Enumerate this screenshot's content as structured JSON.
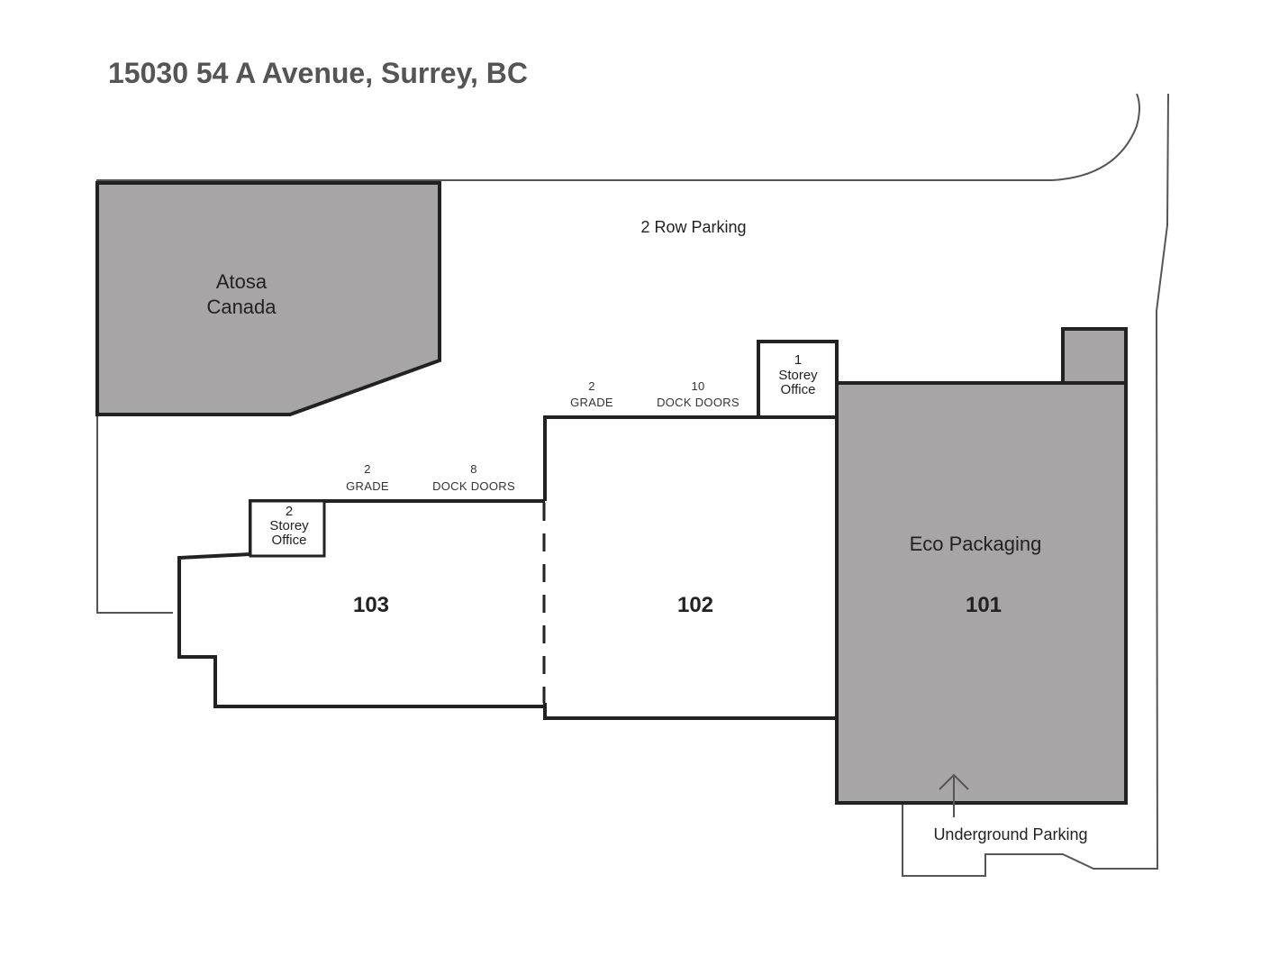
{
  "title": "15030 54 A Avenue, Surrey, BC",
  "colors": {
    "title": "#555555",
    "building_fill": "#a7a5a6",
    "outline": "#222222",
    "thin_line": "#555555"
  },
  "parking": {
    "row_parking": "2 Row Parking",
    "underground": "Underground Parking"
  },
  "neighbors": {
    "atosa_line1": "Atosa",
    "atosa_line2": "Canada",
    "eco_name": "Eco Packaging"
  },
  "units": {
    "u101": "101",
    "u102": "102",
    "u103": "103"
  },
  "offices": {
    "office_102": {
      "count": "1",
      "line1": "Storey",
      "line2": "Office"
    },
    "office_103": {
      "count": "2",
      "line1": "Storey",
      "line2": "Office"
    }
  },
  "loading": {
    "unit102": {
      "grade_count": "2",
      "grade_label": "GRADE",
      "dock_count": "10",
      "dock_label": "DOCK DOORS"
    },
    "unit103": {
      "grade_count": "2",
      "grade_label": "GRADE",
      "dock_count": "8",
      "dock_label": "DOCK DOORS"
    }
  },
  "icons": {
    "underground_arrow": "arrow-up-icon"
  }
}
